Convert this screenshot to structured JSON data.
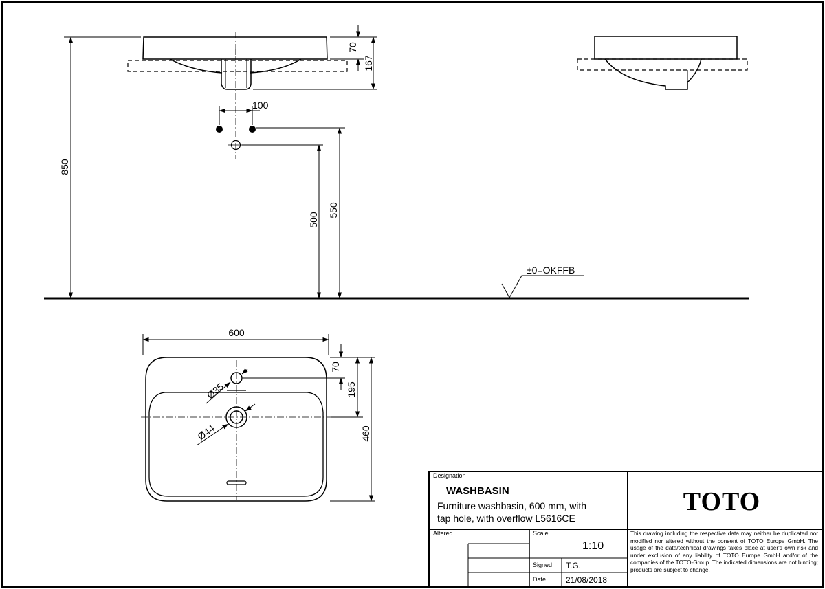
{
  "dimensions": {
    "front_view": {
      "rim_height": "70",
      "overall_height": "167",
      "tap_hole_spacing": "100",
      "install_height": "850",
      "drain_height": "500",
      "tap_height": "550",
      "floor_reference": "±0=OKFFB"
    },
    "top_view": {
      "width": "600",
      "depth": "460",
      "tap_offset": "70",
      "drain_offset": "195",
      "tap_hole_diameter": "Ø35",
      "drain_diameter": "Ø44"
    }
  },
  "title_block": {
    "designation_label": "Designation",
    "title": "WASHBASIN",
    "description_line1": "Furniture washbasin, 600 mm, with",
    "description_line2": "tap hole, with overflow L5616CE",
    "altered_label": "Altered",
    "scale_label": "Scale",
    "scale_value": "1:10",
    "signed_label": "Signed",
    "signed_value": "T.G.",
    "date_label": "Date",
    "date_value": "21/08/2018",
    "logo": "TOTO",
    "disclaimer": "This drawing including the respective data may neither be duplicated nor modified nor altered without the consent of TOTO Europe GmbH. The usage of the data/technical drawings takes place at user's own risk and under exclusion of any liability of TOTO Europe GmbH and/or of the companies of the TOTO-Group. The indicated dimensions are not binding; products are subject to change."
  }
}
